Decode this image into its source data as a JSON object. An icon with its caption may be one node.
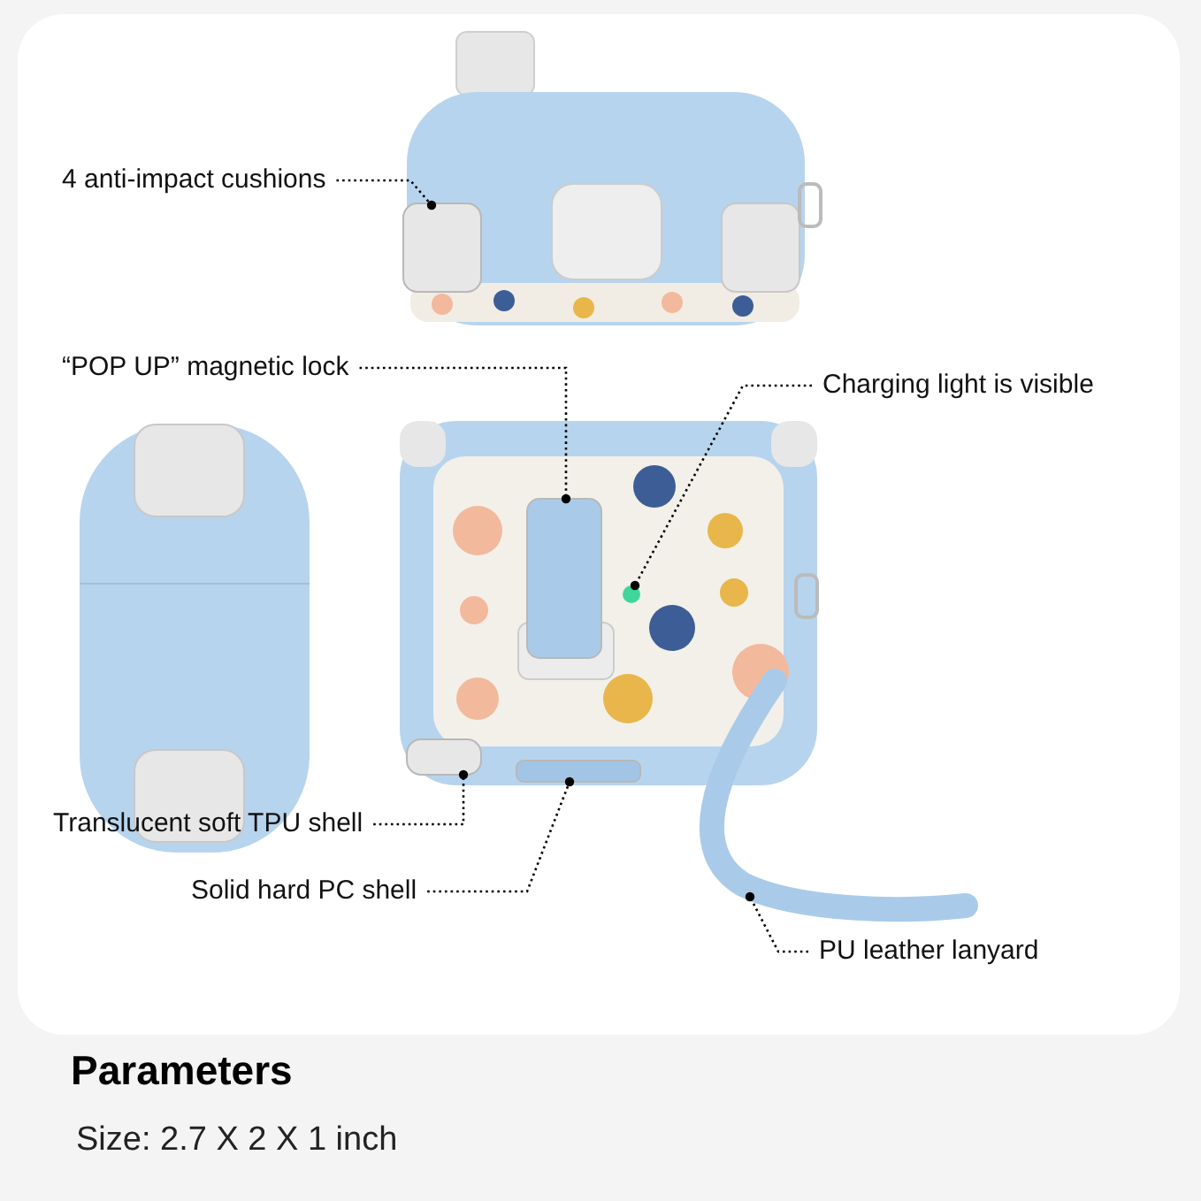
{
  "diagram": {
    "nodes": [
      {
        "text": [
          "4 anti-impact cushions"
        ]
      },
      {
        "text": [
          "“POP UP” magnetic lock"
        ]
      },
      {
        "text": [
          "Charging light is visible"
        ]
      },
      {
        "text": [
          "Translucent soft TPU shell"
        ]
      },
      {
        "text": [
          "Solid hard PC shell"
        ]
      },
      {
        "text": [
          "PU leather lanyard"
        ]
      },
      {
        "text": [],
        "shape": "box"
      },
      {
        "text": [],
        "shape": "box"
      },
      {
        "text": [],
        "shape": "circle"
      },
      {
        "text": [],
        "shape": "box"
      },
      {
        "text": [],
        "shape": "bar"
      },
      {
        "text": [],
        "shape": "strap"
      }
    ],
    "edges": [
      {
        "from": 0,
        "to": 6,
        "arrow": "other"
      },
      {
        "from": 1,
        "to": 7,
        "arrow": "other"
      },
      {
        "from": 2,
        "to": 8,
        "arrow": "other"
      },
      {
        "from": 3,
        "to": 9,
        "arrow": "other"
      },
      {
        "from": 4,
        "to": 10,
        "arrow": "other"
      },
      {
        "from": 5,
        "to": 11,
        "arrow": "other"
      }
    ],
    "labels": [
      "Parameters",
      "Size: 2.7 X 2 X 1 inch"
    ]
  }
}
